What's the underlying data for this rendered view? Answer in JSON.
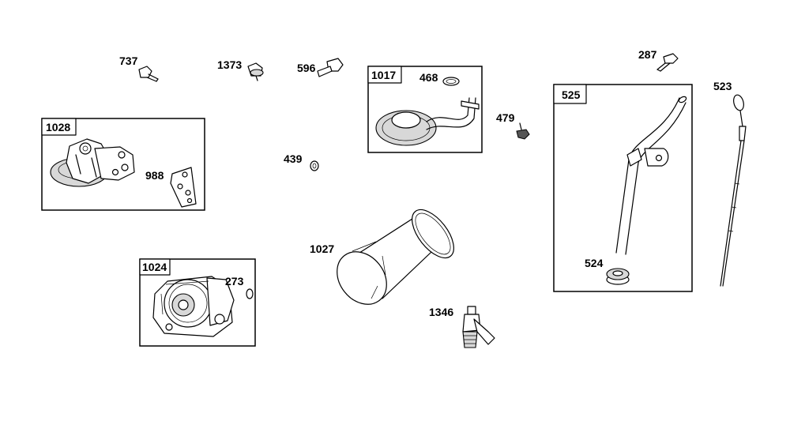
{
  "parts": {
    "p737": "737",
    "p1373": "1373",
    "p596": "596",
    "p468": "468",
    "p479": "479",
    "p287": "287",
    "p523": "523",
    "p988": "988",
    "p439": "439",
    "p1027": "1027",
    "p524": "524",
    "p273": "273",
    "p1346": "1346"
  },
  "boxes": {
    "b1028": "1028",
    "b1017": "1017",
    "b525": "525",
    "b1024": "1024"
  }
}
